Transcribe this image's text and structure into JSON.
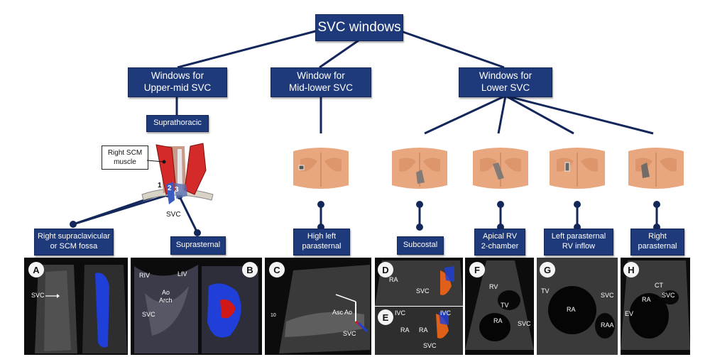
{
  "title": "SVC windows",
  "groups": {
    "upper": [
      "Windows for",
      "Upper-mid SVC"
    ],
    "mid": [
      "Window for",
      "Mid-lower SVC"
    ],
    "lower": [
      "Windows for",
      "Lower SVC"
    ]
  },
  "suprathoracic": "Suprathoracic",
  "neck": {
    "callout": [
      "Right SCM",
      "muscle"
    ],
    "svc": "SVC",
    "n1": "1",
    "n2": "2",
    "n3": "3"
  },
  "windows": {
    "right_supraclavicular": [
      "Right supraclavicular",
      "or SCM fossa"
    ],
    "suprasternal": "Suprasternal",
    "high_left": [
      "High left",
      "parasternal"
    ],
    "subcostal": "Subcostal",
    "apical": [
      "Apical RV",
      "2-chamber"
    ],
    "left_parasternal": [
      "Left parasternal",
      "RV inflow"
    ],
    "right_parasternal": [
      "Right",
      "parasternal"
    ]
  },
  "panels": {
    "A": {
      "letter": "A",
      "labels": [
        "SVC"
      ]
    },
    "B": {
      "letter": "B",
      "labels": [
        "RIV",
        "LIV",
        "Ao",
        "Arch",
        "SVC"
      ]
    },
    "C": {
      "letter": "C",
      "labels": [
        "Asc Ao",
        "SVC",
        "10"
      ]
    },
    "D": {
      "letter": "D",
      "labels": [
        "RA",
        "SVC"
      ]
    },
    "E": {
      "letter": "E",
      "labels": [
        "IVC",
        "RA",
        "RA",
        "IVC",
        "SVC"
      ]
    },
    "F": {
      "letter": "F",
      "labels": [
        "RV",
        "TV",
        "RA",
        "SVC"
      ]
    },
    "G": {
      "letter": "G",
      "labels": [
        "TV",
        "RA",
        "SVC",
        "RAA"
      ]
    },
    "H": {
      "letter": "H",
      "labels": [
        "CT",
        "RA",
        "SVC",
        "EV"
      ]
    }
  },
  "colors": {
    "box": "#1f3a7a",
    "line": "#13275a",
    "muscle": "#d42a2a",
    "doppler_blue": "#1f3fd8",
    "doppler_red": "#d01818"
  }
}
